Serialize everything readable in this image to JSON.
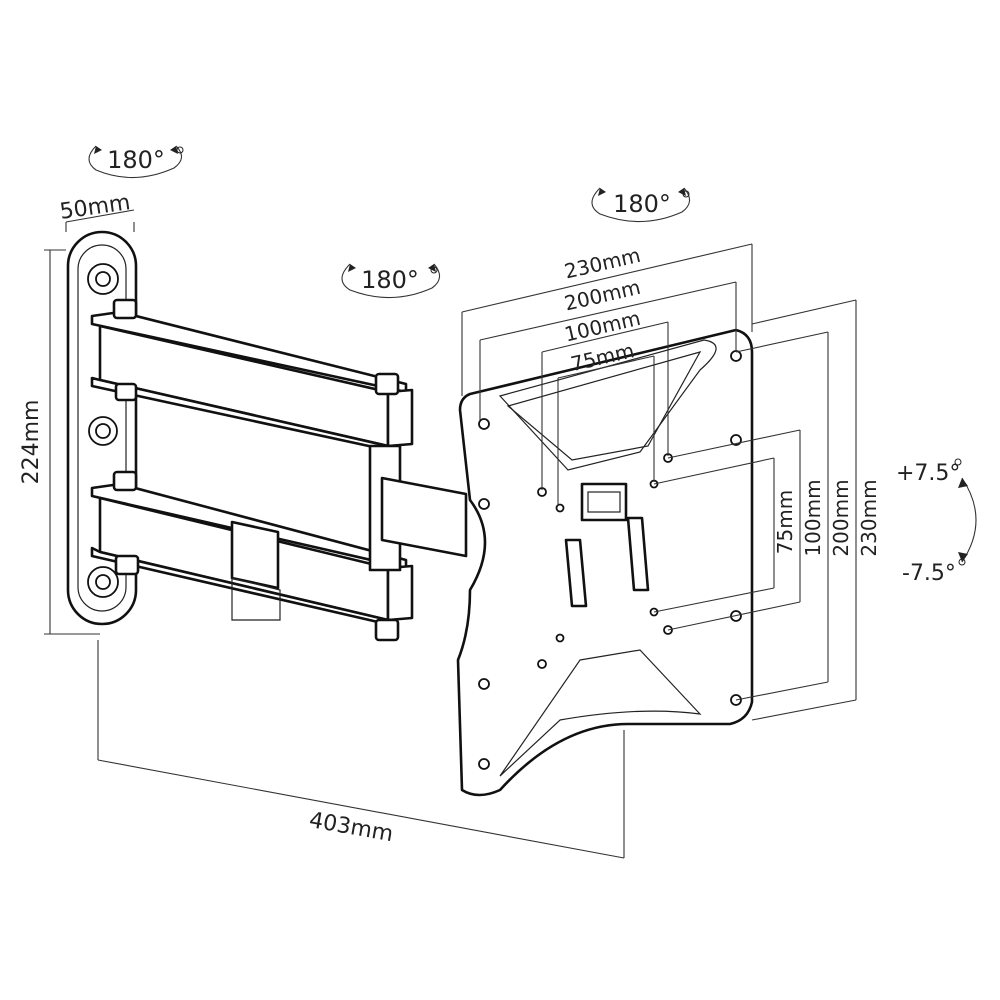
{
  "rotations": {
    "wall_pivot": "180°",
    "arm_pivot": "180°",
    "plate_swivel": "180°"
  },
  "tilt": {
    "up": "+7.5°",
    "down": "-7.5°"
  },
  "dimensions": {
    "wall_plate_width": "50mm",
    "wall_plate_height": "224mm",
    "extension": "403mm",
    "vesa_horizontal": [
      "230mm",
      "200mm",
      "100mm",
      "75mm"
    ],
    "vesa_vertical": [
      "75mm",
      "100mm",
      "200mm",
      "230mm"
    ]
  }
}
